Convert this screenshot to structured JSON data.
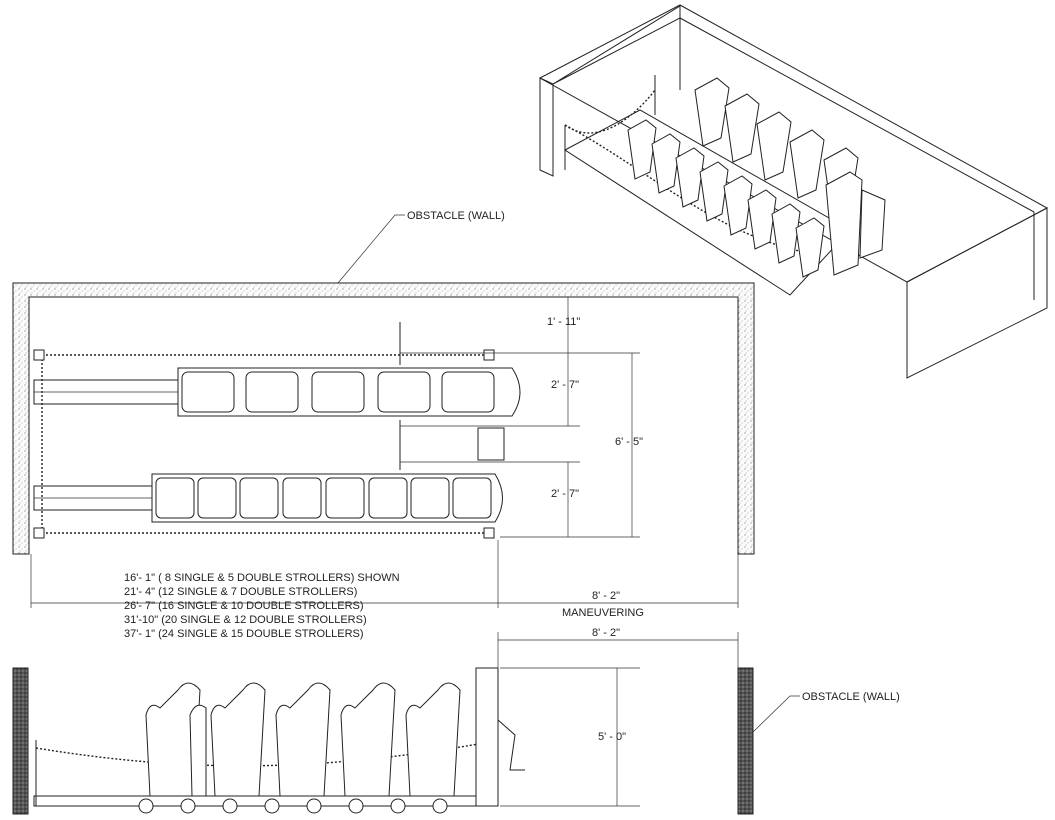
{
  "labels": {
    "obstacle_top": "OBSTACLE (WALL)",
    "obstacle_side": "OBSTACLE (WALL)",
    "maneuvering": "MANEUVERING"
  },
  "dimensions": {
    "top_gap": "1' - 11\"",
    "row1_width": "2' - 7\"",
    "row2_width": "2' - 7\"",
    "overall_depth": "6' - 5\"",
    "maneuver_plan": "8' - 2\"",
    "maneuver_elev": "8' - 2\"",
    "height": "5' - 0\""
  },
  "configurations": [
    "16'-  1\" (  8 SINGLE &   5 DOUBLE STROLLERS) SHOWN",
    "21'-  4\" (12 SINGLE &   7 DOUBLE STROLLERS)",
    "26'-  7\" (16 SINGLE & 10 DOUBLE STROLLERS)",
    "31'-10\" (20 SINGLE & 12 DOUBLE STROLLERS)",
    "37'-  1\" (24 SINGLE & 15 DOUBLE STROLLERS)"
  ]
}
